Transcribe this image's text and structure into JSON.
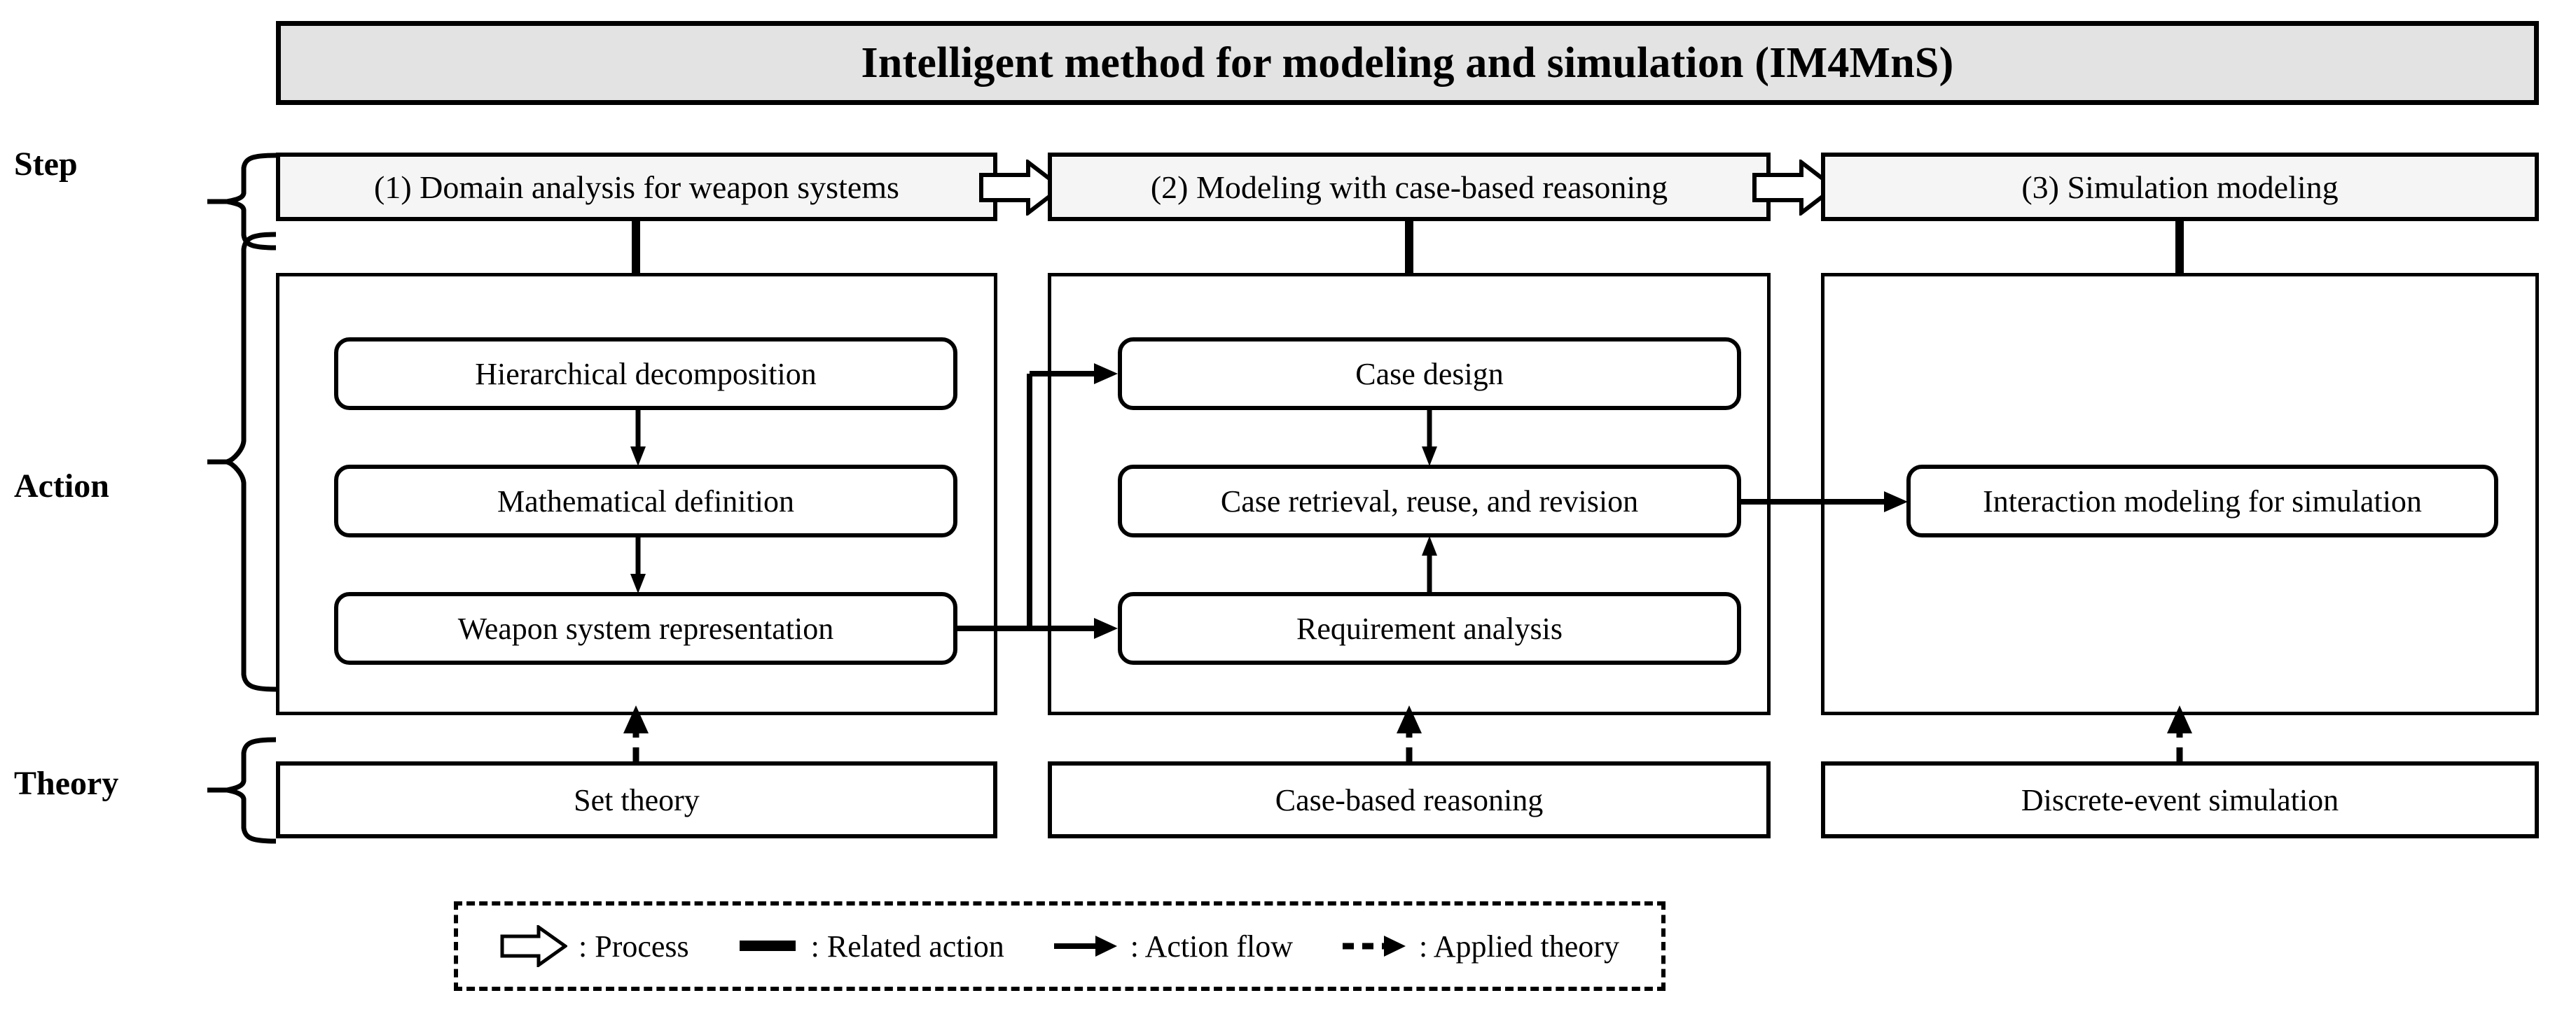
{
  "title": {
    "text": "Intelligent method for modeling and simulation (IM4MnS)",
    "fill_color": "#e3e3e3"
  },
  "rows": [
    {
      "key": "step",
      "label": "Step"
    },
    {
      "key": "action",
      "label": "Action"
    },
    {
      "key": "theory",
      "label": "Theory"
    }
  ],
  "steps": [
    {
      "id": "step-1",
      "label": "(1) Domain analysis for weapon systems",
      "fill_color": "#f5f5f5"
    },
    {
      "id": "step-2",
      "label": "(2) Modeling with case-based reasoning",
      "fill_color": "#f5f5f5"
    },
    {
      "id": "step-3",
      "label": "(3) Simulation modeling",
      "fill_color": "#f5f5f5"
    }
  ],
  "actions": {
    "column_1": [
      {
        "id": "action-hierarchical-decomposition",
        "label": "Hierarchical decomposition"
      },
      {
        "id": "action-mathematical-definition",
        "label": "Mathematical definition"
      },
      {
        "id": "action-weapon-system-representation",
        "label": "Weapon system representation"
      }
    ],
    "column_2": [
      {
        "id": "action-case-design",
        "label": "Case design"
      },
      {
        "id": "action-case-retrieval",
        "label": "Case retrieval, reuse, and revision"
      },
      {
        "id": "action-requirement-analysis",
        "label": "Requirement analysis"
      }
    ],
    "column_3": [
      {
        "id": "action-interaction-modeling",
        "label": "Interaction modeling for simulation"
      }
    ]
  },
  "theories": [
    {
      "id": "theory-set-theory",
      "label": "Set theory"
    },
    {
      "id": "theory-case-based-reasoning",
      "label": "Case-based reasoning"
    },
    {
      "id": "theory-discrete-event-simulation",
      "label": "Discrete-event simulation"
    }
  ],
  "legend": [
    {
      "id": "legend-process",
      "glyph": "hollow-block-arrow-icon",
      "label": ": Process"
    },
    {
      "id": "legend-related-action",
      "glyph": "thick-line-icon",
      "label": ": Related action"
    },
    {
      "id": "legend-action-flow",
      "glyph": "solid-arrow-icon",
      "label": ": Action flow"
    },
    {
      "id": "legend-applied-theory",
      "glyph": "dashed-arrow-icon",
      "label": ": Applied theory"
    }
  ],
  "colors": {
    "stroke": "#000000",
    "title_fill": "#e3e3e3",
    "step_fill": "#f5f5f5",
    "box_fill": "#ffffff",
    "page_background": "#ffffff"
  }
}
